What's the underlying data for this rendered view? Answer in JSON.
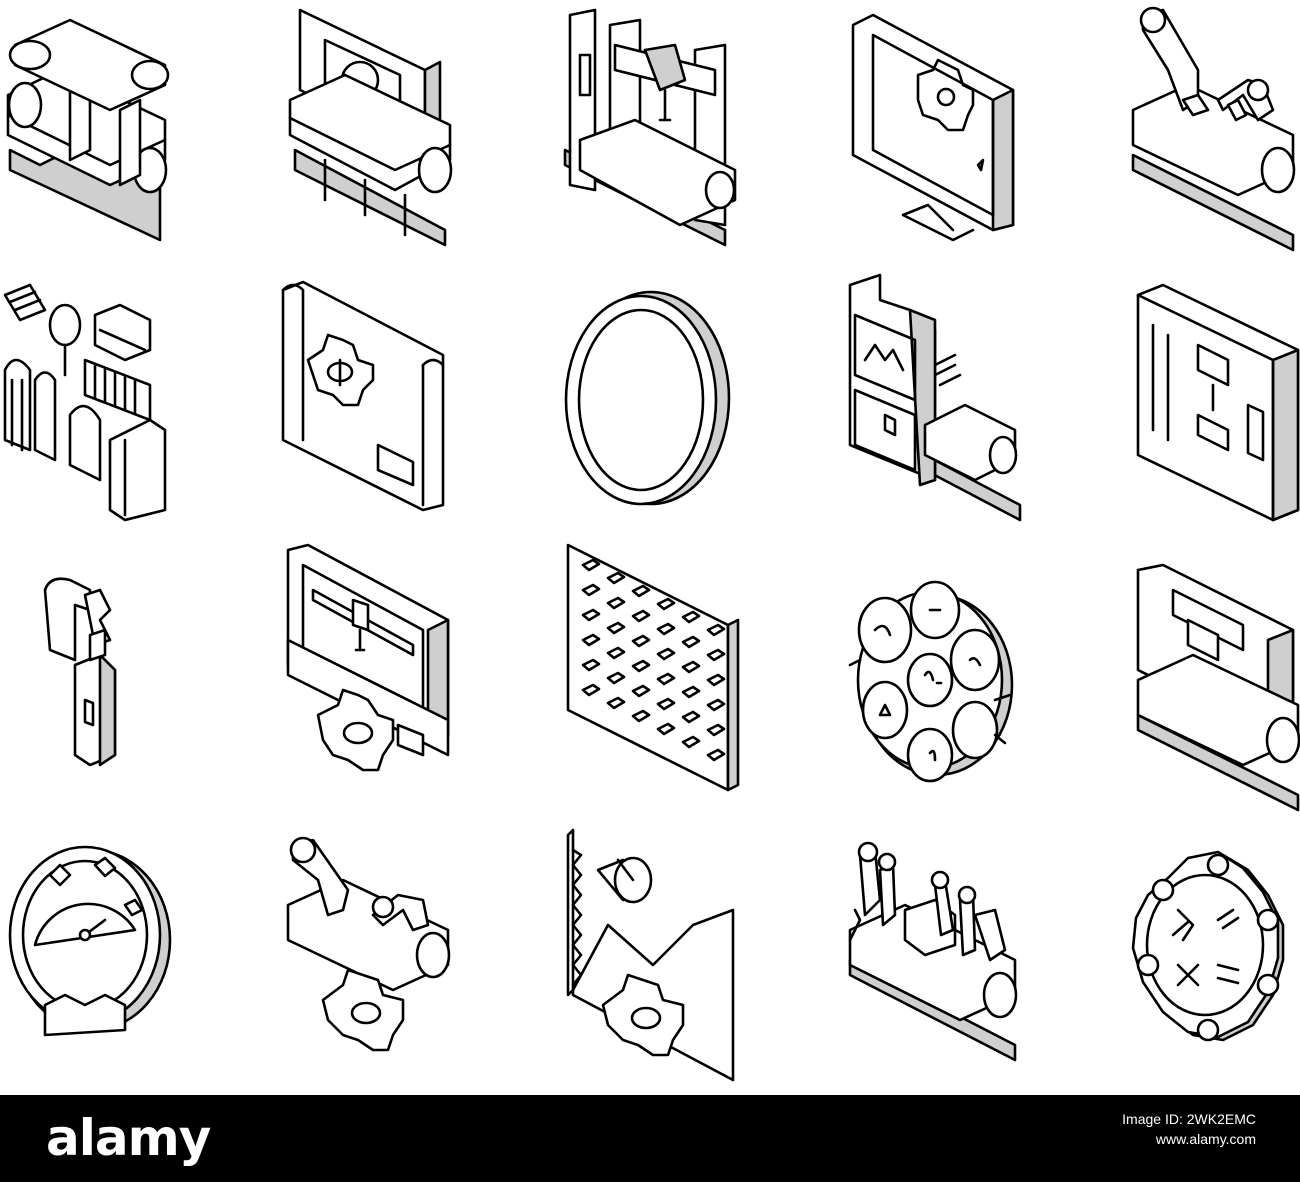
{
  "footer": {
    "brand": "alamy",
    "image_id_label": "Image ID: 2WK2EMC",
    "site_url": "www.alamy.com"
  },
  "colors": {
    "background": "#ffffff",
    "stroke": "#000000",
    "light_fill": "#cfcfcf",
    "dark_fill": "#9a9a9a",
    "footer_background": "#000000",
    "footer_text": "#ffffff"
  },
  "icons": [
    {
      "name": "conveyor-press-icon"
    },
    {
      "name": "conveyor-screen-icon"
    },
    {
      "name": "cnc-gantry-machine-icon"
    },
    {
      "name": "monitor-gear-icon"
    },
    {
      "name": "robotic-arms-conveyor-icon"
    },
    {
      "name": "production-workers-icon"
    },
    {
      "name": "blueprint-gear-icon"
    },
    {
      "name": "ring-icon"
    },
    {
      "name": "cabinet-conveyor-icon"
    },
    {
      "name": "industrial-machine-icon"
    },
    {
      "name": "robot-gripper-icon"
    },
    {
      "name": "laser-cutter-gear-icon"
    },
    {
      "name": "panel-grid-icon"
    },
    {
      "name": "rotary-dial-icon"
    },
    {
      "name": "press-machine-conveyor-icon"
    },
    {
      "name": "gauge-icon"
    },
    {
      "name": "robot-arms-gear-icon"
    },
    {
      "name": "factory-gear-icon"
    },
    {
      "name": "assembly-line-icon"
    },
    {
      "name": "gear-symbols-icon"
    }
  ]
}
